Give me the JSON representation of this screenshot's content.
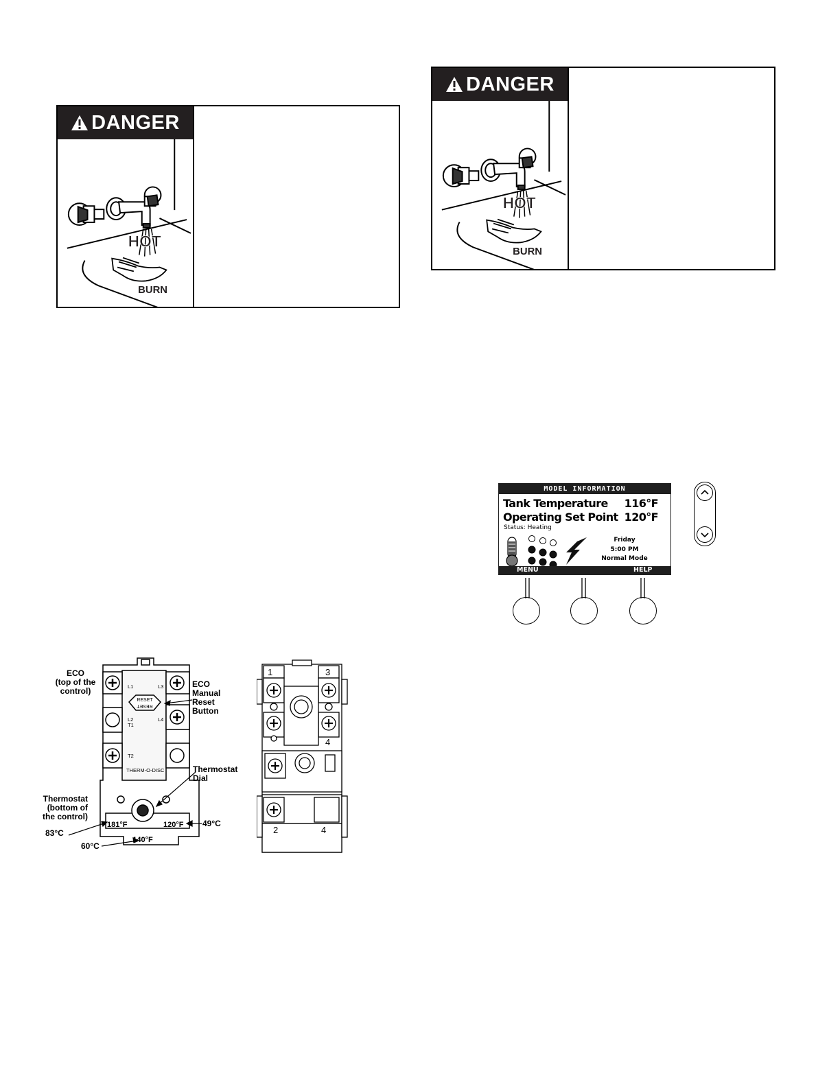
{
  "danger_label_left": "DANGER",
  "danger_label_right": "DANGER",
  "hot_text": "HOT",
  "burn_text": "BURN",
  "thermostat_diagram": {
    "eco_label": "ECO\n(top of the\ncontrol)",
    "eco_reset_label": "ECO\nManual\nReset\nButton",
    "thermostat_dial_label": "Thermostat\nDial",
    "thermostat_label": "Thermostat\n(bottom of\nthe control)",
    "temp_181f": "181°F",
    "temp_120f": "120°F",
    "temp_140f": "140°F",
    "temp_83c": "83°C",
    "temp_49c": "49°C",
    "temp_60c": "60°C",
    "terminal_l1": "L1",
    "terminal_l3": "L3",
    "terminal_l2": "L2",
    "terminal_t1": "T1",
    "terminal_l4": "L4",
    "terminal_t2": "T2",
    "reset_text": "RESET",
    "brand_text": "THERM-O-DISC"
  },
  "thermostat_diagram_2": {
    "terminal_1": "1",
    "terminal_3": "3",
    "terminal_4_top": "4",
    "terminal_2": "2",
    "terminal_4_bottom": "4"
  },
  "lcd": {
    "title": "MODEL  INFORMATION",
    "tank_temp_label": "Tank Temperature",
    "tank_temp_value": "116°F",
    "set_point_label": "Operating Set Point",
    "set_point_value": "120°F",
    "status": "Status: Heating",
    "day": "Friday",
    "time": "5:00 PM",
    "mode": "Normal Mode",
    "menu_label": "MENU",
    "help_label": "HELP"
  },
  "colors": {
    "danger_header_bg": "#231f20",
    "danger_header_text": "#ffffff",
    "lcd_bar": "#1f1f1f"
  }
}
